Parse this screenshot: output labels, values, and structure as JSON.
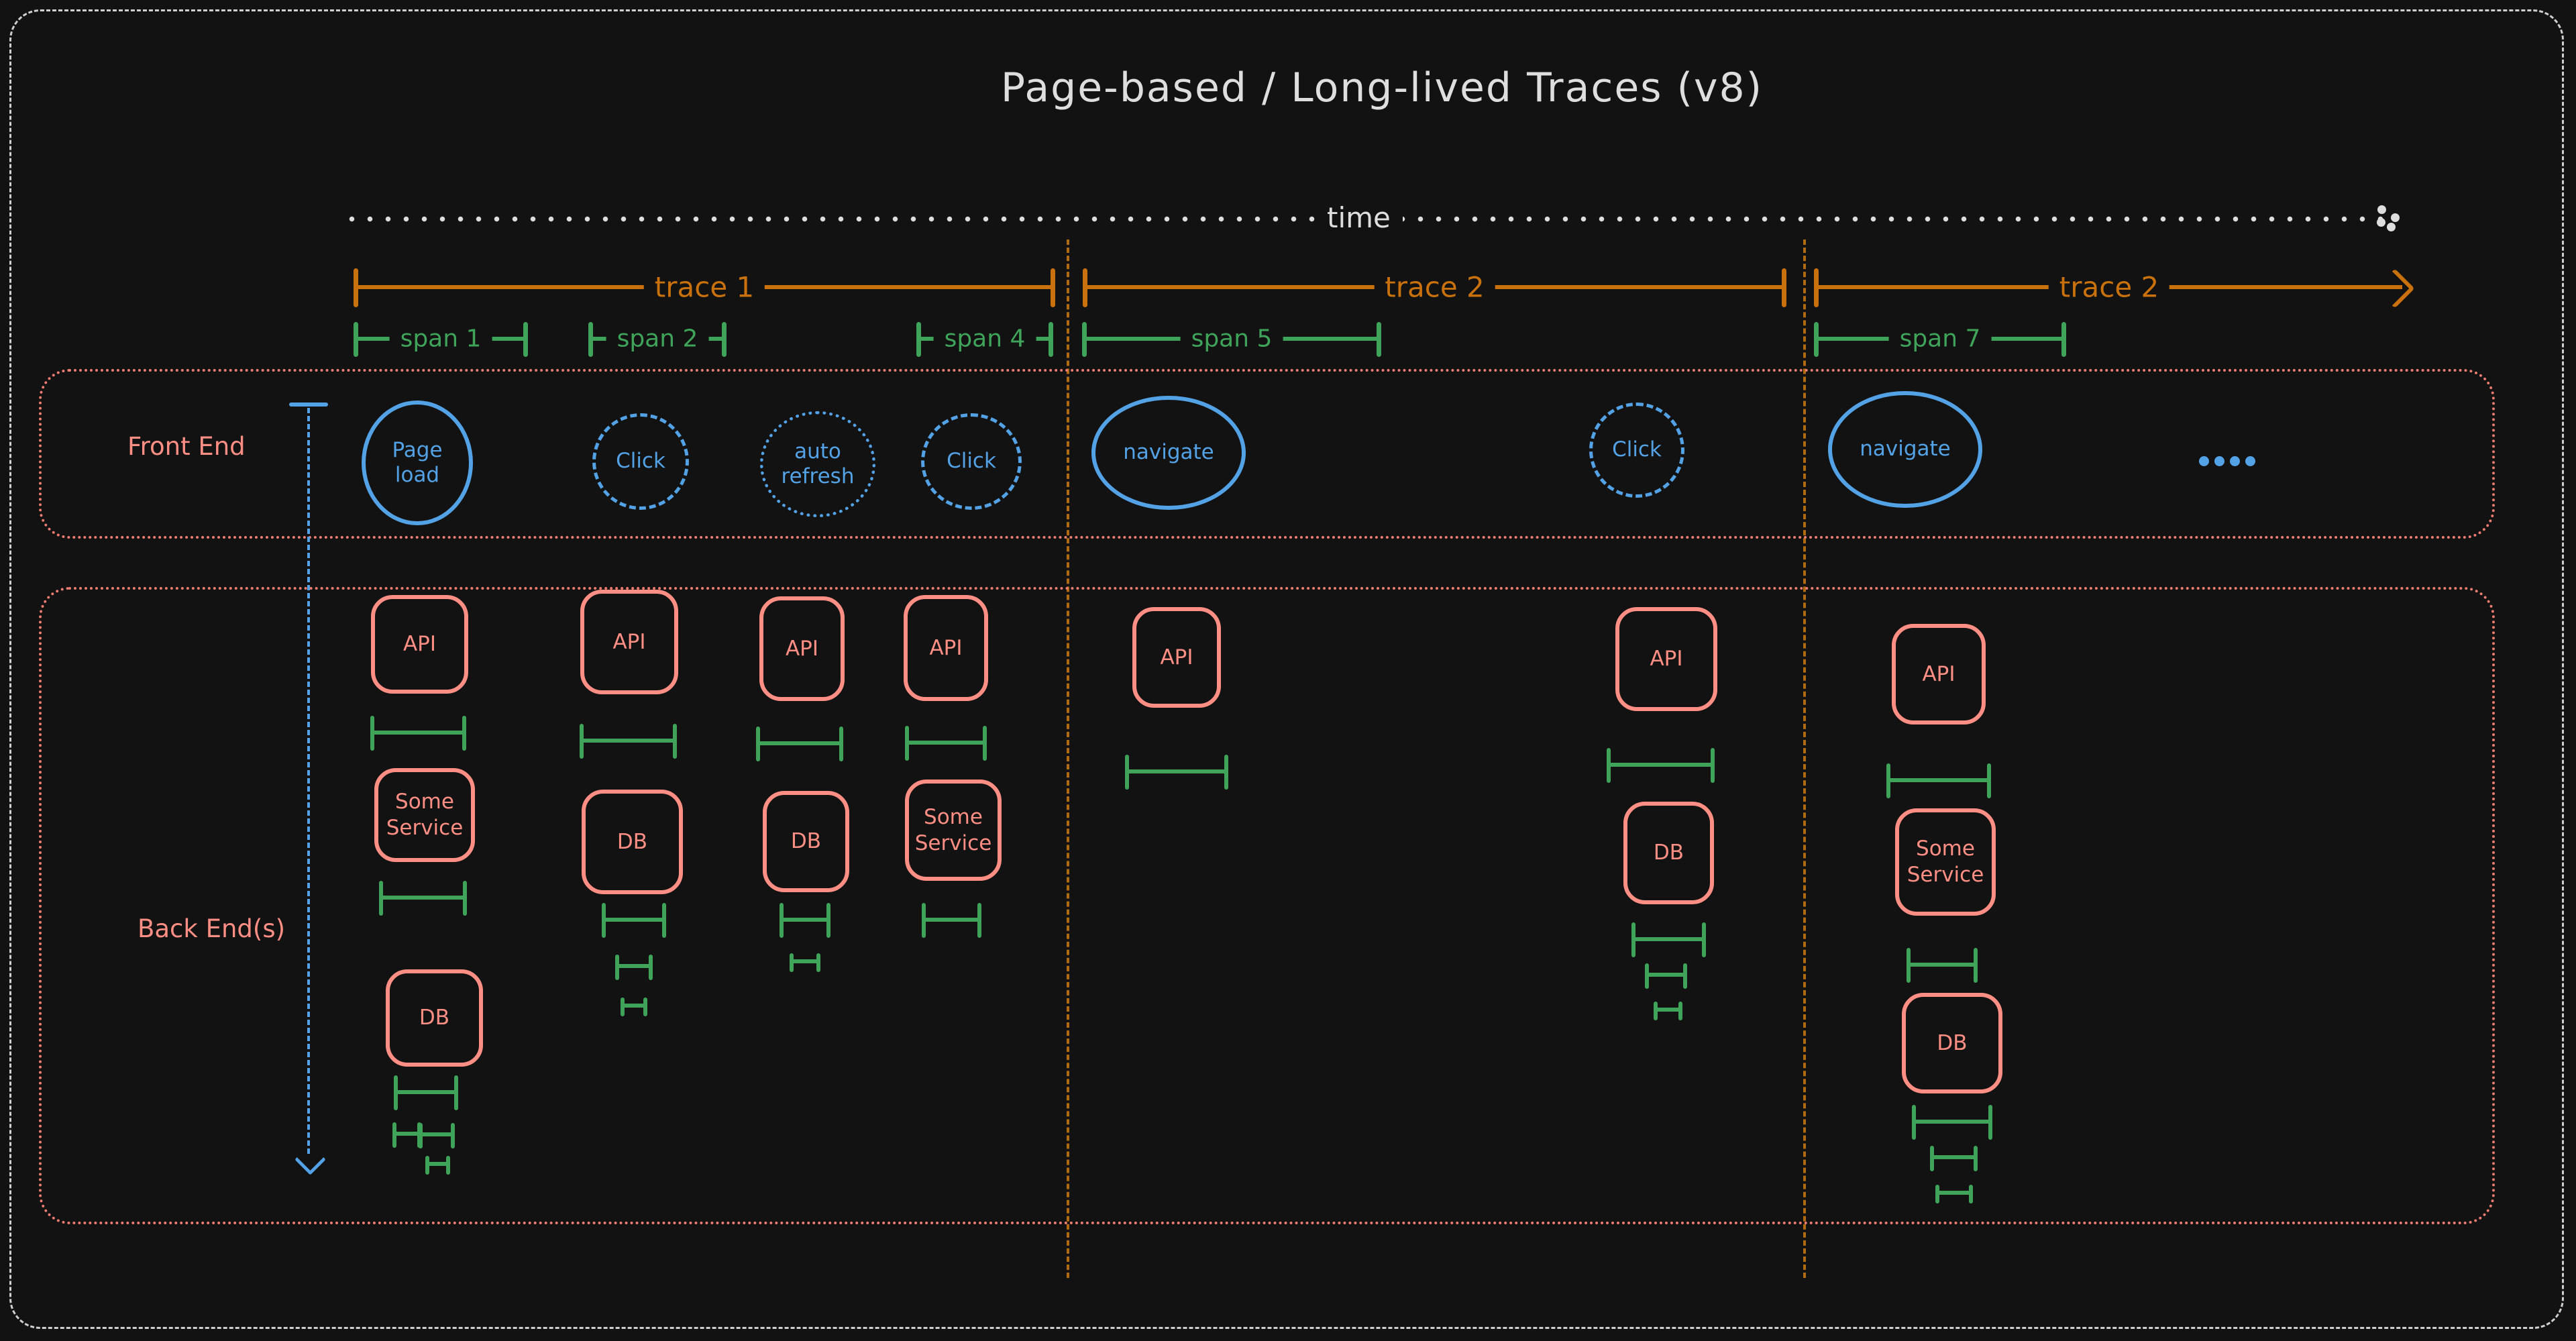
{
  "title": "Page-based / Long-lived Traces (v8)",
  "colors": {
    "background": "#121212",
    "ink": "#dedede",
    "orange": "#c9720d",
    "orange_dim": "#b06a10",
    "green": "#3fa45a",
    "blue": "#54a2e6",
    "salmon": "#ff8f85",
    "salmon_dim": "#ef7d72"
  },
  "timeline": {
    "label": "time"
  },
  "traces": [
    {
      "label": "trace 1"
    },
    {
      "label": "trace 2"
    },
    {
      "label": "trace 2"
    }
  ],
  "spans": [
    {
      "label": "span 1"
    },
    {
      "label": "span 2"
    },
    {
      "label": "span 4"
    },
    {
      "label": "span 5"
    },
    {
      "label": "span 7"
    }
  ],
  "frontend": {
    "label": "Front End",
    "events": [
      {
        "label": "Page load",
        "style": "solid"
      },
      {
        "label": "Click",
        "style": "dashed"
      },
      {
        "label": "auto refresh",
        "style": "dotted"
      },
      {
        "label": "Click",
        "style": "dashed"
      },
      {
        "label": "navigate",
        "style": "solid"
      },
      {
        "label": "Click",
        "style": "dashed"
      },
      {
        "label": "navigate",
        "style": "solid"
      }
    ],
    "ellipsis": "...."
  },
  "backend": {
    "label": "Back End(s)",
    "node_labels": {
      "api": "API",
      "some_service": "Some Service",
      "db": "DB"
    }
  }
}
